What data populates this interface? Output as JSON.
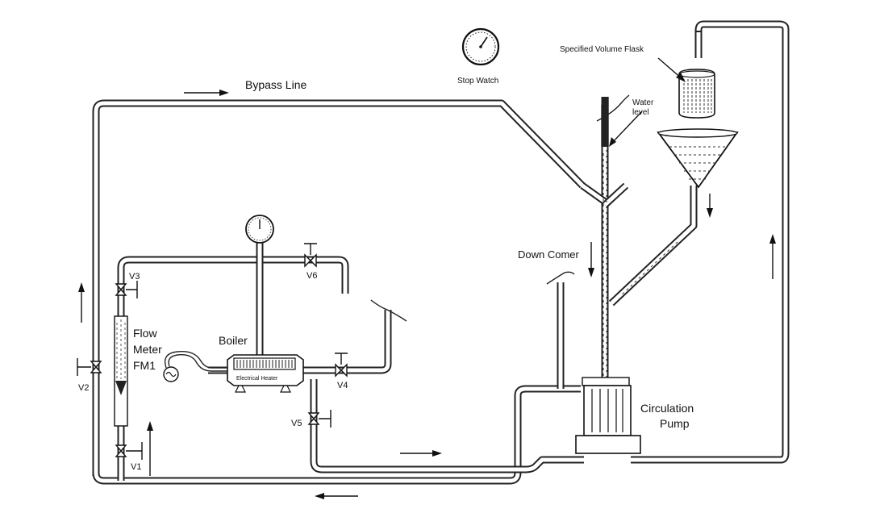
{
  "labels": {
    "bypass_line": "Bypass Line",
    "stop_watch": "Stop Watch",
    "specified_volume_flask": "Specified Volume Flask",
    "water_level_1": "Water",
    "water_level_2": "level",
    "down_comer": "Down Comer",
    "boiler": "Boiler",
    "electrical_heater": "Electrical  Heater",
    "flow_meter_1": "Flow",
    "flow_meter_2": "Meter",
    "flow_meter_3": "FM1",
    "circulation_pump_1": "Circulation",
    "circulation_pump_2": "Pump",
    "v1": "V1",
    "v2": "V2",
    "v3": "V3",
    "v4": "V4",
    "v5": "V5",
    "v6": "V6"
  },
  "colors": {
    "line": "#222222",
    "background": "#ffffff"
  }
}
